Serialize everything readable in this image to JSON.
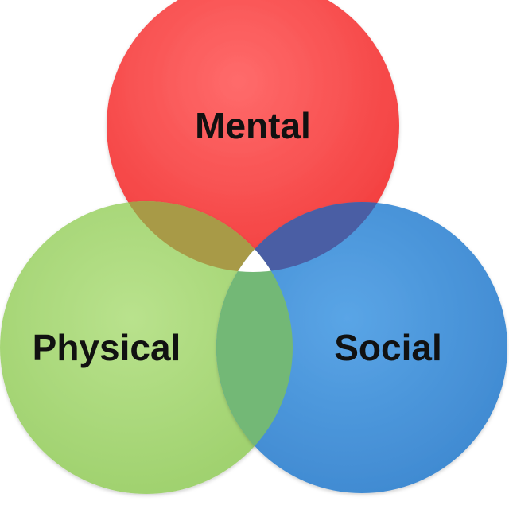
{
  "diagram": {
    "circles": [
      {
        "id": "mental",
        "label": "Mental",
        "color": "#ff4d4d"
      },
      {
        "id": "physical",
        "label": "Physical",
        "color": "#a9d87a"
      },
      {
        "id": "social",
        "label": "Social",
        "color": "#4a96d8"
      }
    ],
    "overlaps": {
      "mental_physical": "#a89a47",
      "mental_social": "#4a5ea4",
      "physical_social": "#73b876",
      "center": "#ffffff"
    }
  }
}
